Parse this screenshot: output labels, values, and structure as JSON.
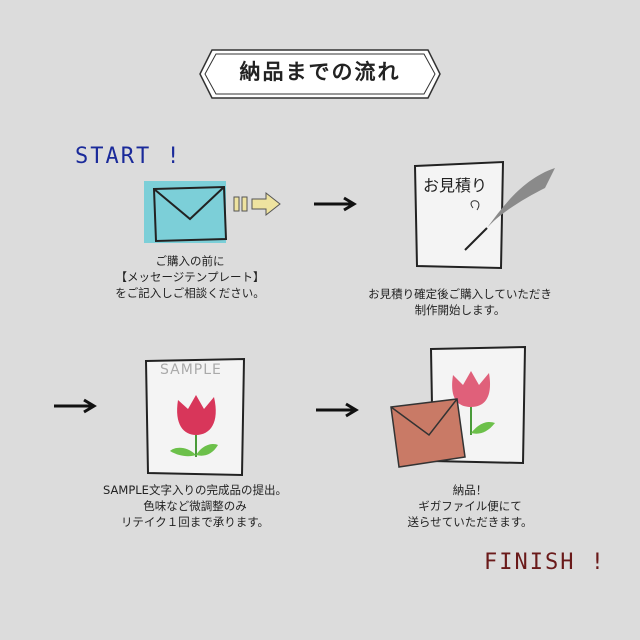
{
  "title": "納品までの流れ",
  "start_label": "START !",
  "finish_label": "FINISH !",
  "steps": [
    {
      "icon": "envelope-icon",
      "lines": [
        "ご購入の前に",
        "【メッセージテンプレート】",
        "をご記入しご相談ください。"
      ]
    },
    {
      "icon": "estimate-quill-icon",
      "illustration_text": "お見積り",
      "lines": [
        "お見積り確定後ご購入していただき",
        "制作開始します。"
      ]
    },
    {
      "icon": "sample-tulip-icon",
      "illustration_text": "SAMPLE",
      "lines": [
        "SAMPLE文字入りの完成品の提出。",
        "色味など微調整のみ",
        "リテイク１回まで承ります。"
      ]
    },
    {
      "icon": "delivery-envelope-tulip-icon",
      "lines": [
        "納品！",
        "ギガファイル便にて",
        "送らせていただきます。"
      ]
    }
  ],
  "colors": {
    "background": "#dcdcdc",
    "start": "#1a2a9a",
    "finish": "#6a1a1a",
    "envelope": "#7ccfd8",
    "tulip": "#d8365a",
    "delivery_envelope": "#c97a66"
  }
}
